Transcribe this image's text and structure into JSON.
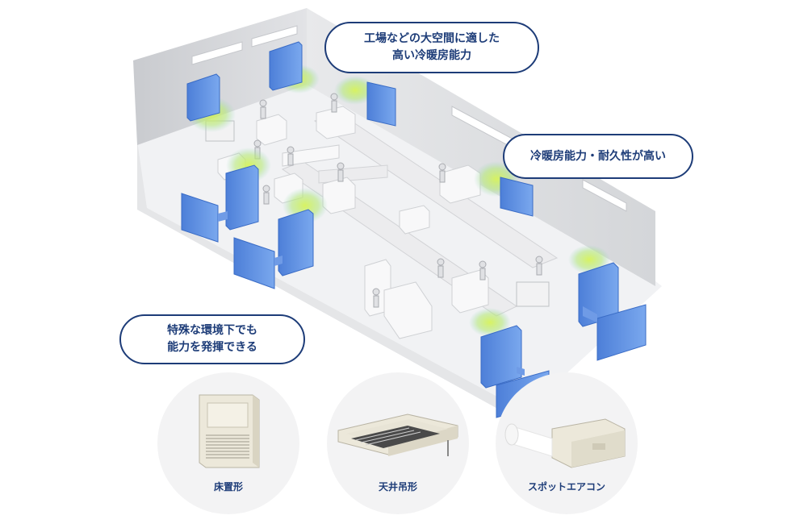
{
  "callouts": {
    "large_space": [
      "工場などの大空間に適した",
      "高い冷暖房能力"
    ],
    "durability": [
      "冷暖房能力・耐久性が高い"
    ],
    "special_env": [
      "特殊な環境下でも",
      "能力を発揮できる"
    ]
  },
  "products": [
    {
      "label": "床置形"
    },
    {
      "label": "天井吊形"
    },
    {
      "label": "スポットエアコン"
    }
  ],
  "colors": {
    "accent_navy": "#1d3c78",
    "unit_blue": "#5b8fe0",
    "airflow_green": "#c8ec5a",
    "wall_gray": "#e4e5e7",
    "floor_gray": "#f2f3f4"
  }
}
